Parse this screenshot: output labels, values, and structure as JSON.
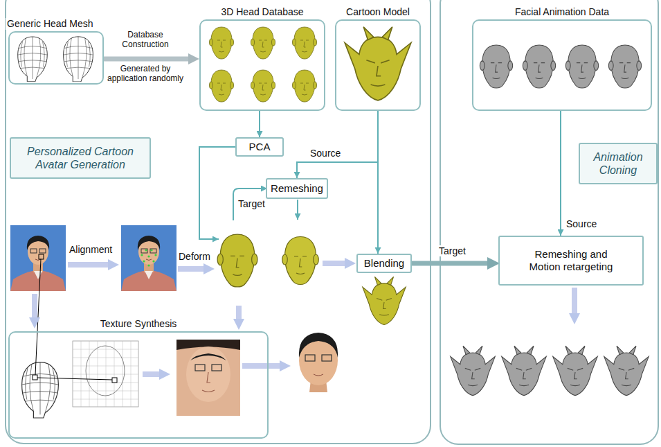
{
  "diagram": {
    "nodes": [
      {
        "text": [
          "Generic Head Mesh"
        ]
      },
      {
        "text": [
          "3D Head Database"
        ]
      },
      {
        "text": [
          "Cartoon Model"
        ]
      },
      {
        "text": [
          "Facial Animation Data"
        ]
      },
      {
        "text": [
          "Personalized Cartoon Avatar Generation"
        ]
      },
      {
        "text": [
          "PCA"
        ]
      },
      {
        "text": [
          "Remeshing"
        ]
      },
      {
        "text": [
          "Animation Cloning"
        ]
      },
      {
        "text": [
          "Blending"
        ]
      },
      {
        "text": [
          "Remeshing and Motion retargeting"
        ]
      },
      {
        "text": [
          "Texture Synthesis"
        ]
      }
    ],
    "edges": [
      {
        "from": 0,
        "to": 1,
        "arrow": "to",
        "label": "Database Construction"
      },
      {
        "from": 1,
        "to": 5,
        "arrow": "to"
      },
      {
        "from": 2,
        "to": 6,
        "arrow": "to",
        "label": "Source"
      },
      {
        "from": 2,
        "to": 8,
        "arrow": "to"
      },
      {
        "from": 8,
        "to": 9,
        "arrow": "to",
        "label": "Target"
      },
      {
        "from": 3,
        "to": 9,
        "arrow": "to",
        "label": "Source"
      }
    ],
    "labels": [
      "Generated by application randomly",
      "Target",
      "Alignment",
      "Deform"
    ]
  }
}
